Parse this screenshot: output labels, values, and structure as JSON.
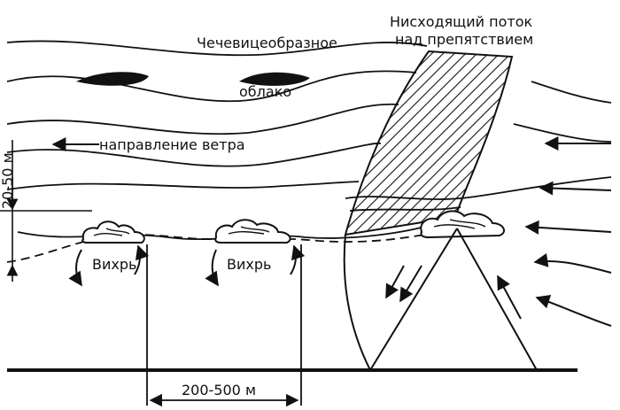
{
  "labels": {
    "lenticular_line1": "Чечевицеобразное",
    "lenticular_line2": "облако",
    "downdraft_line1": "Нисходящий поток",
    "downdraft_line2": "над препятствием",
    "wind_direction": "направление ветра",
    "vortex_left": "Вихрь",
    "vortex_right": "Вихрь",
    "height_range": "20-50 м",
    "distance_range": "200-500 м"
  }
}
